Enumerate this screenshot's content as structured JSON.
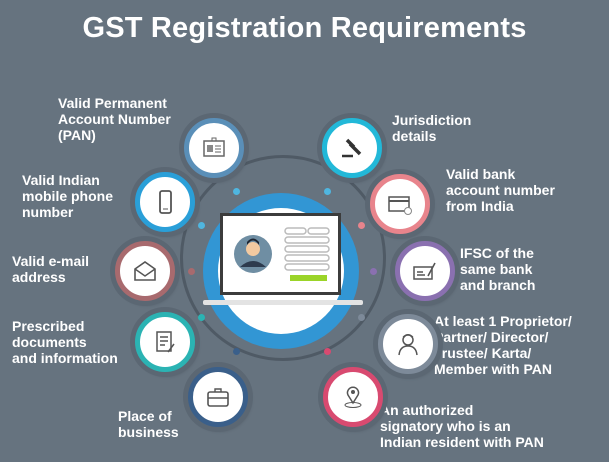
{
  "title": "GST Registration Requirements",
  "left_items": [
    {
      "label": "Valid Permanent\nAccount Number\n(PAN)",
      "icon": "id-card-icon",
      "color": "#5a8fb8"
    },
    {
      "label": "Valid Indian\nmobile phone\nnumber",
      "icon": "mobile-phone-icon",
      "color": "#2a9fd8"
    },
    {
      "label": "Valid e-mail\naddress",
      "icon": "envelope-icon",
      "color": "#a86a6e"
    },
    {
      "label": "Prescribed\ndocuments\nand information",
      "icon": "documents-icon",
      "color": "#2bb3b3"
    },
    {
      "label": "Place of\nbusiness",
      "icon": "briefcase-icon",
      "color": "#3a5f8a"
    }
  ],
  "right_items": [
    {
      "label": "Jurisdiction\ndetails",
      "icon": "gavel-icon",
      "color": "#22b8d8"
    },
    {
      "label": "Valid bank\naccount number\nfrom India",
      "icon": "bank-card-icon",
      "color": "#e8848c"
    },
    {
      "label": "IFSC of the\nsame bank\nand branch",
      "icon": "cheque-icon",
      "color": "#8a70b0"
    },
    {
      "label": "At least 1 Proprietor/\nPartner/ Director/\nTrustee/ Karta/\nMember with PAN",
      "icon": "person-icon",
      "color": "#7d8a99"
    },
    {
      "label": "An authorized\nsignatory who is an\nIndian resident with PAN",
      "icon": "location-pin-icon",
      "color": "#d84a70"
    }
  ]
}
